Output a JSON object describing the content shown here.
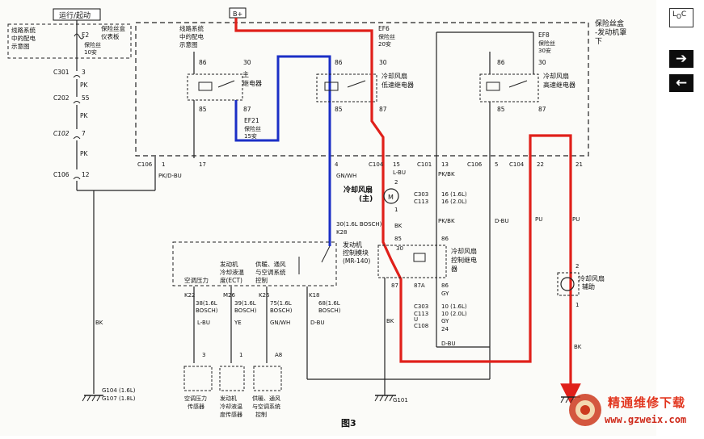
{
  "colors": {
    "power_path": "#e0201a",
    "relay_path": "#1b2fc6",
    "wire": "#222222"
  },
  "icons": {
    "loc": "location-toggle-icon",
    "next": "arrow-right-icon",
    "prev": "arrow-left-icon"
  },
  "header": {
    "ignition": "运行/起动",
    "battery": "B+"
  },
  "fusebox": {
    "title_l1": "保险丝盒",
    "title_l2": "-发动机罩",
    "title_l3": "下"
  },
  "left_block": {
    "note_l1": "线路系统",
    "note_l2": "中的配电",
    "note_l3": "示意图",
    "panel_l1": "保险丝盒",
    "panel_l2": "仪表板",
    "fuse_id": "F2",
    "fuse_l1": "保险丝",
    "fuse_l2": "10安",
    "c301": "C301",
    "pin3": "3",
    "pk1": "PK",
    "c202": "C202",
    "pin55": "55",
    "pk2": "PK",
    "c102": "C102",
    "pin7": "7",
    "pk3": "PK",
    "c106": "C106",
    "pin12": "12"
  },
  "main_relay": {
    "note_l1": "线路系统",
    "note_l2": "中的配电",
    "note_l3": "示意图",
    "p86": "86",
    "p30": "30",
    "label_l1": "主",
    "label_l2": "继电器",
    "p85": "85",
    "p87": "87",
    "fuse_id": "EF21",
    "fuse_l1": "保险丝",
    "fuse_l2": "15安"
  },
  "low_relay": {
    "fuse_id": "EF6",
    "fuse_l1": "保险丝",
    "fuse_l2": "20安",
    "p86": "86",
    "p30": "30",
    "label_l1": "冷却风扇",
    "label_l2": "低速继电器",
    "p85": "85",
    "p87": "87"
  },
  "high_relay": {
    "fuse_id": "EF8",
    "fuse_l1": "保险丝",
    "fuse_l2": "30安",
    "p86": "86",
    "p30": "30",
    "label_l1": "冷却风扇",
    "label_l2": "高速继电器",
    "p85": "85",
    "p87": "87"
  },
  "connectors": {
    "c106a": "C106",
    "pin1": "1",
    "pin17": "17",
    "pkdbu": "PK/D-BU",
    "pin4": "4",
    "gnwh": "GN/WH",
    "c104a": "C104",
    "pin15": "15",
    "lbu": "L-BU",
    "c101": "C101",
    "pin13": "13",
    "pkbk": "PK/BK",
    "c106b": "C106",
    "pin5": "5",
    "c104b": "C104",
    "pin22": "22",
    "pin21": "21",
    "pu1": "PU",
    "pu2": "PU"
  },
  "main_fan": {
    "label_l1": "冷却风扇",
    "label_l2": "(主)",
    "pin2": "2",
    "pin1": "1",
    "bk": "BK"
  },
  "mid_wires": {
    "c303": "C303",
    "c113": "C113",
    "pin16a": "16 (1.6L)",
    "pin16b": "16 (2.0L)",
    "pkbk": "PK/BK",
    "dbu": "D-BU"
  },
  "ecm": {
    "pin_l1": "30(1.6L BOSCH)",
    "pin_l2": "K28",
    "label_l1": "发动机",
    "label_l2": "控制模块",
    "label_l3": "(MR-140)"
  },
  "ecm_inputs": {
    "ac": "空调压力",
    "ect_l1": "发动机",
    "ect_l2": "冷却液温",
    "ect_l3": "度(ECT)",
    "hvac_l1": "供暖、通风",
    "hvac_l2": "与空调系统",
    "hvac_l3": "控制"
  },
  "ecm_pins": [
    {
      "id": "K22",
      "l1": "38(1.6L",
      "l2": "BOSCH)",
      "wire": "L-BU",
      "pin": "3"
    },
    {
      "id": "M26",
      "l1": "39(1.6L",
      "l2": "BOSCH)",
      "wire": "YE",
      "pin": "1"
    },
    {
      "id": "K26",
      "l1": "75(1.6L",
      "l2": "BOSCH)",
      "wire": "GN/WH",
      "pin": "A8"
    },
    {
      "id": "K18",
      "l1": "68(1.6L",
      "l2": "BOSCH)",
      "wire": "D-BU",
      "pin": ""
    }
  ],
  "sensors": {
    "ac_l1": "空调压力",
    "ac_l2": "传感器",
    "ect_l1": "发动机",
    "ect_l2": "冷却液温",
    "ect_l3": "度传感器",
    "hvac_l1": "供暖、通风",
    "hvac_l2": "与空调系统",
    "hvac_l3": "控制"
  },
  "control_relay": {
    "label_l1": "冷却风扇",
    "label_l2": "控制继电",
    "label_l3": "器",
    "p85": "85",
    "p86": "86",
    "p30": "30",
    "p87": "87",
    "p87a": "87A",
    "gy1": "GY",
    "c303": "C303",
    "c113": "C113",
    "pin10a": "10 (1.6L)",
    "pin10b": "10 (2.0L)",
    "c108": "C108",
    "gy2": "GY",
    "pin24": "24",
    "dbu": "D-BU",
    "bk": "BK",
    "u": "U"
  },
  "aux_fan": {
    "label_l1": "冷却风扇",
    "label_l2": "辅助",
    "pin2": "2",
    "pin1": "1",
    "bk": "BK"
  },
  "grounds": {
    "bk_left": "BK",
    "g104": "G104 (1.6L)",
    "g107": "G107 (1.8L)",
    "g101": "G101"
  },
  "caption": "图3",
  "watermark": {
    "text": "精通维修下载",
    "url": "www.gzweix.com"
  }
}
